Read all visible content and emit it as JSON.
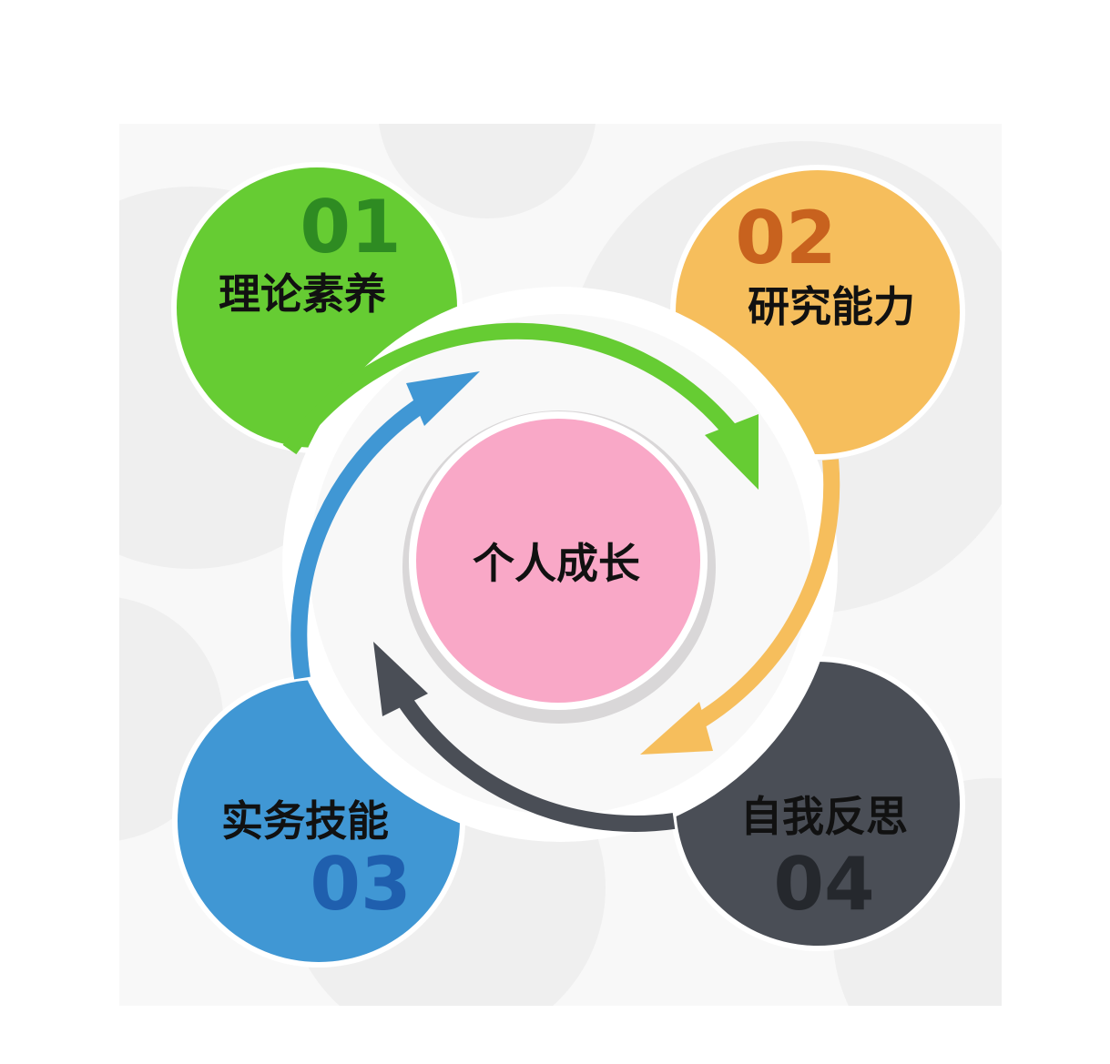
{
  "center": {
    "label": "个人成长",
    "color": "#F9A8C7"
  },
  "steps": [
    {
      "number": "01",
      "label": "理论素养",
      "color": "#66CC33",
      "number_color": "#2E8B22"
    },
    {
      "number": "02",
      "label": "研究能力",
      "color": "#F6BE5C",
      "number_color": "#C8621E"
    },
    {
      "number": "03",
      "label": "实务技能",
      "color": "#4097D4",
      "number_color": "#1F5FAE"
    },
    {
      "number": "04",
      "label": "自我反思",
      "color": "#4A4E56",
      "number_color": "#25282D"
    }
  ]
}
